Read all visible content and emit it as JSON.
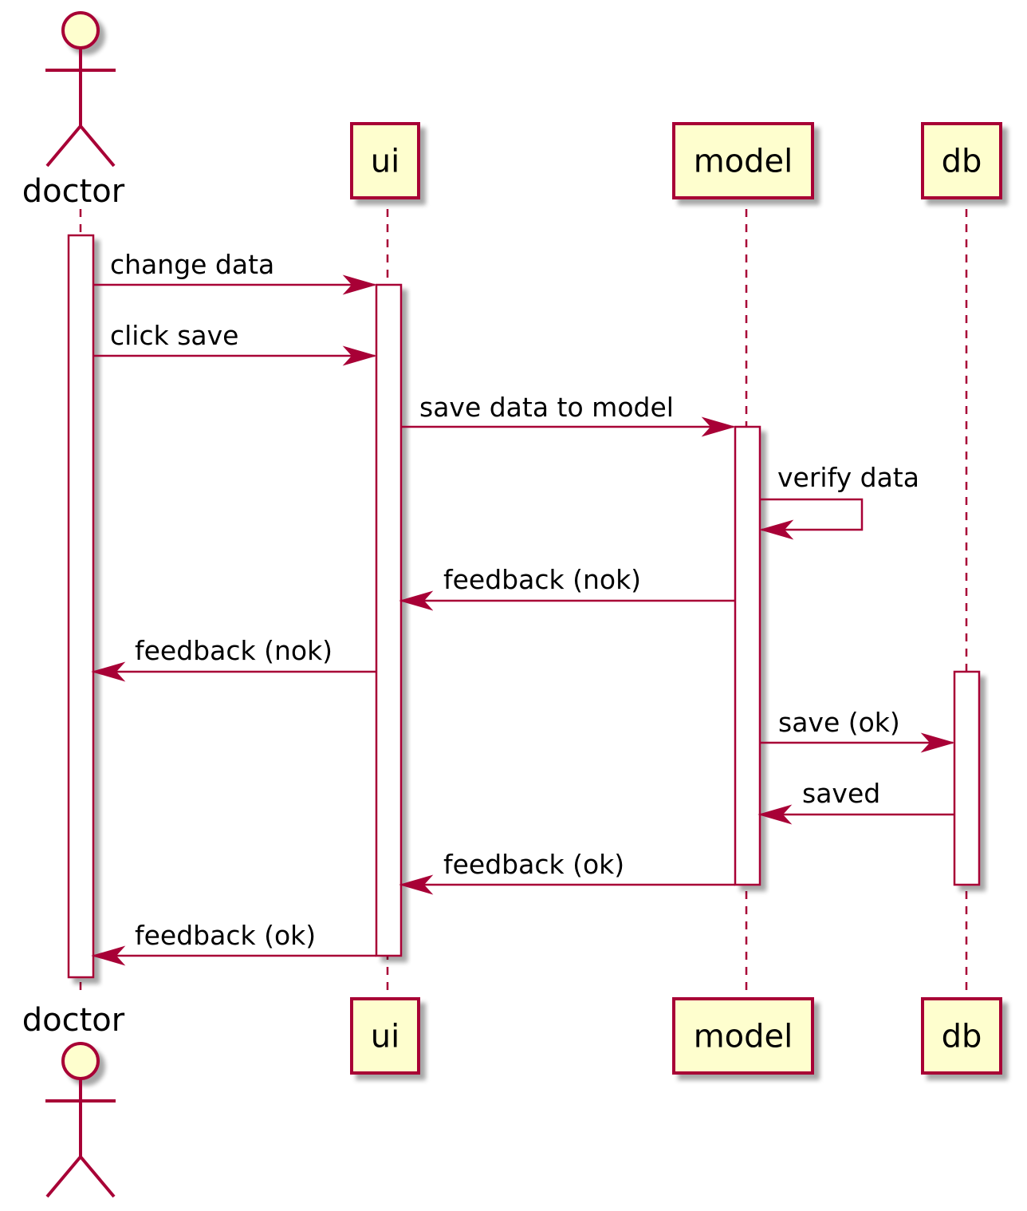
{
  "colors": {
    "line": "#a80036",
    "participant_fill": "#fefece",
    "activation_fill": "#ffffff",
    "shadow": "#c8c8c8",
    "text": "#000000"
  },
  "participants": [
    {
      "id": "doctor",
      "label": "doctor",
      "kind": "actor",
      "icon": "stick-figure-actor-icon"
    },
    {
      "id": "ui",
      "label": "ui",
      "kind": "participant"
    },
    {
      "id": "model",
      "label": "model",
      "kind": "participant"
    },
    {
      "id": "db",
      "label": "db",
      "kind": "participant"
    }
  ],
  "messages": [
    {
      "from": "doctor",
      "to": "ui",
      "label": "change data"
    },
    {
      "from": "doctor",
      "to": "ui",
      "label": "click save"
    },
    {
      "from": "ui",
      "to": "model",
      "label": "save data to model"
    },
    {
      "from": "model",
      "to": "model",
      "label": "verify data"
    },
    {
      "from": "model",
      "to": "ui",
      "label": "feedback (nok)"
    },
    {
      "from": "ui",
      "to": "doctor",
      "label": "feedback (nok)"
    },
    {
      "from": "model",
      "to": "db",
      "label": "save (ok)"
    },
    {
      "from": "db",
      "to": "model",
      "label": "saved"
    },
    {
      "from": "model",
      "to": "ui",
      "label": "feedback (ok)"
    },
    {
      "from": "ui",
      "to": "doctor",
      "label": "feedback (ok)"
    }
  ]
}
